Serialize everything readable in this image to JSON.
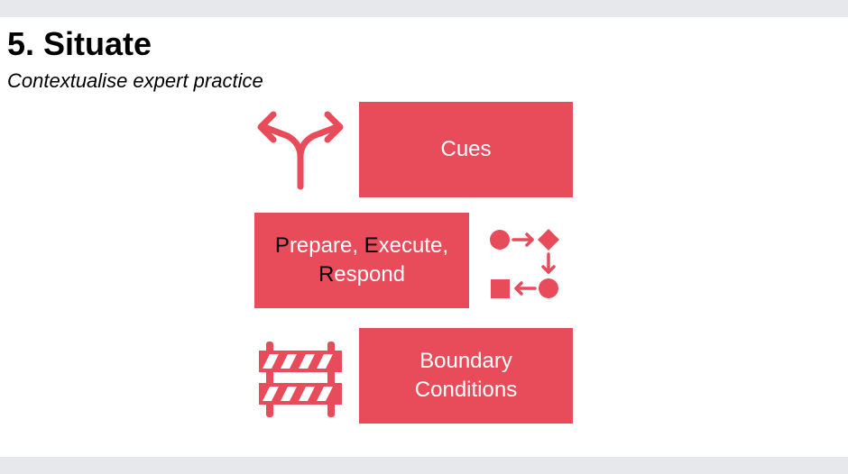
{
  "slide": {
    "title": "5. Situate",
    "subtitle": "Contextualise expert practice"
  },
  "items": {
    "cues": {
      "label": "Cues",
      "icon": "fork-arrows-icon"
    },
    "prepare_execute_respond": {
      "parts": [
        "P",
        "repare, ",
        "E",
        "xecute,",
        "R",
        "espond"
      ],
      "icon": "process-flow-icon"
    },
    "boundary_conditions": {
      "line1": "Boundary",
      "line2": "Conditions",
      "icon": "road-barrier-icon"
    }
  },
  "colors": {
    "accent": "#e84c5a",
    "background": "#e6e8ec",
    "highlight_text": "#000000"
  }
}
